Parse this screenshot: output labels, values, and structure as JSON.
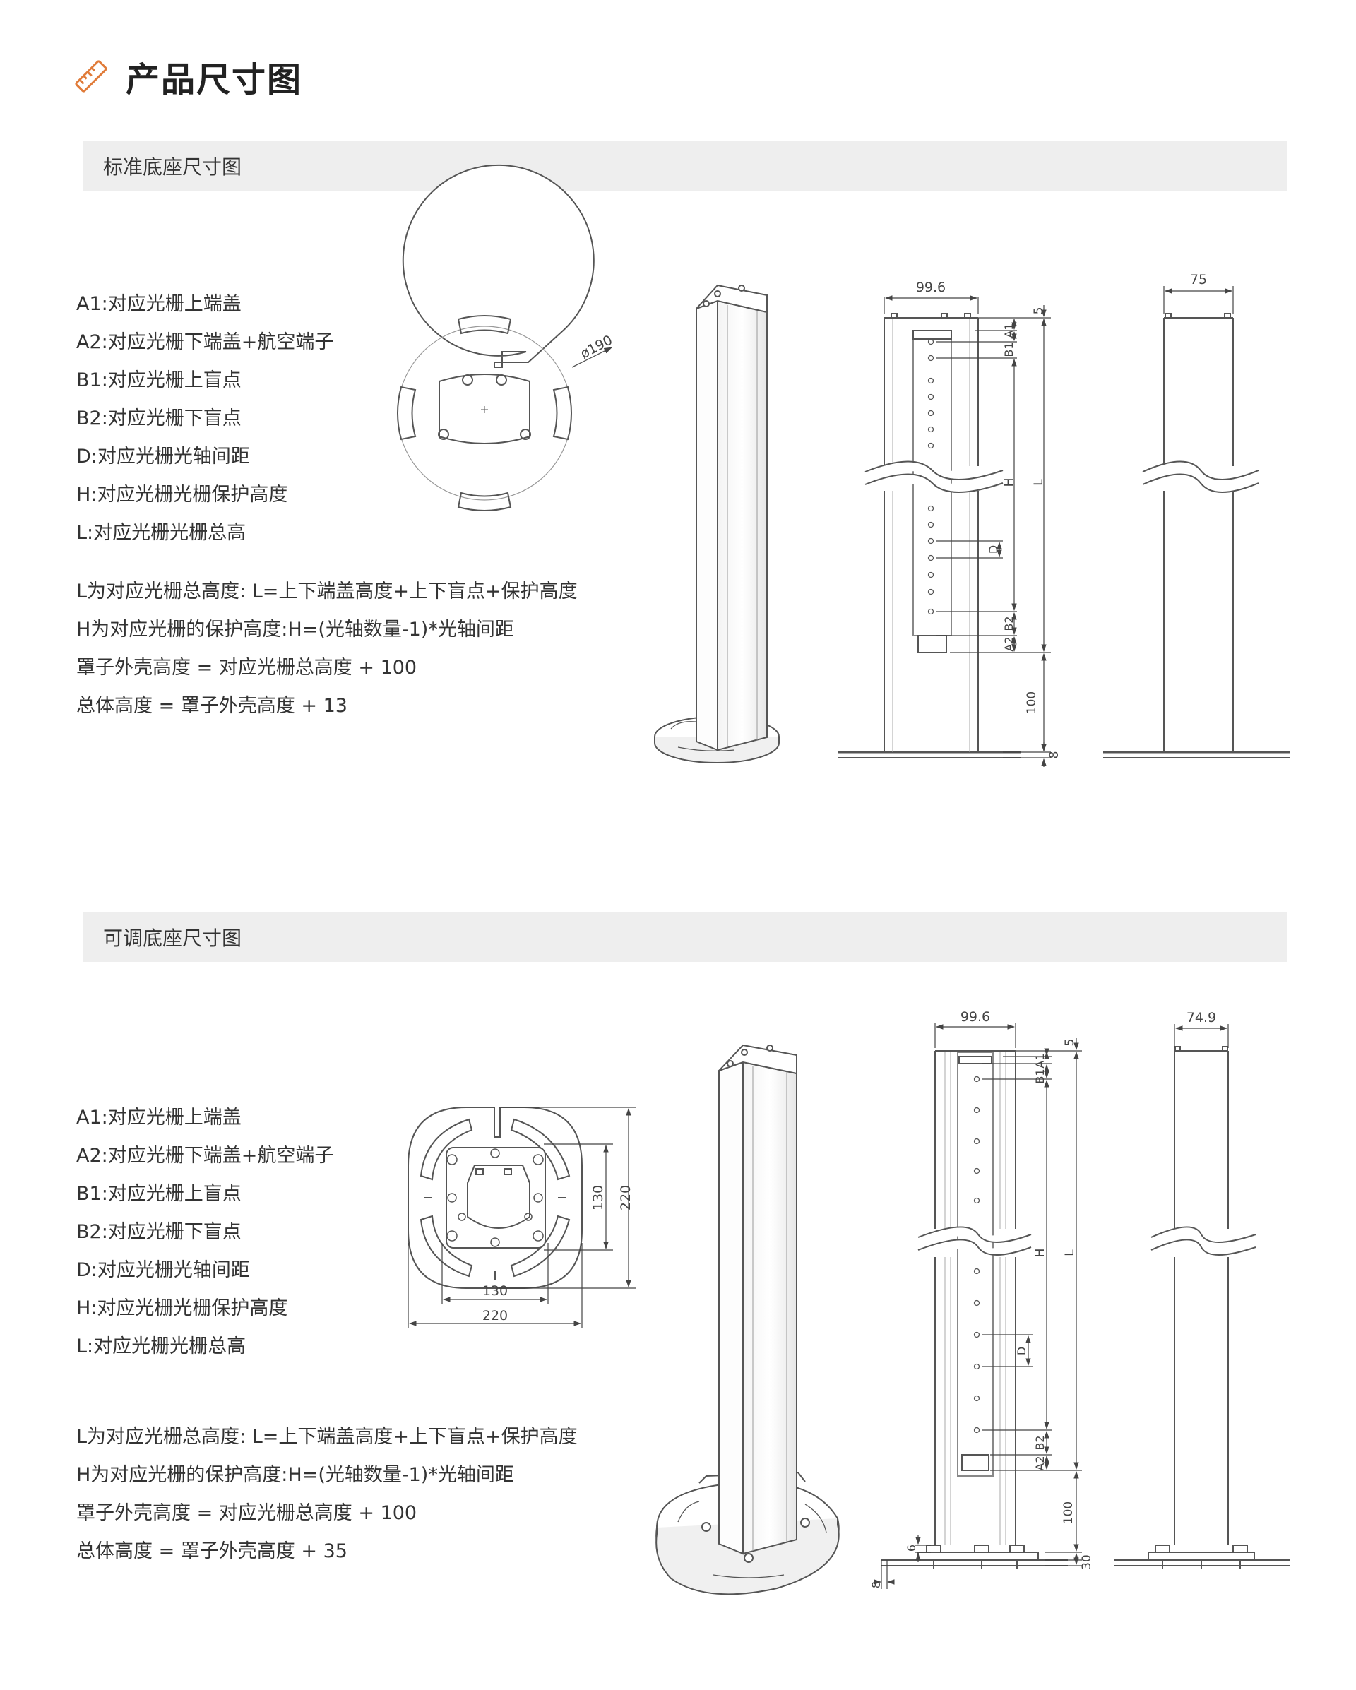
{
  "page": {
    "title": "产品尺寸图",
    "accent_color": "#e07b39"
  },
  "sections": [
    {
      "heading": "标准底座尺寸图",
      "legend": [
        "A1:对应光栅上端盖",
        "A2:对应光栅下端盖+航空端子",
        "B1:对应光栅上盲点",
        "B2:对应光栅下盲点",
        "D:对应光栅光轴间距",
        "H:对应光栅光栅保护高度",
        "L:对应光栅光栅总高"
      ],
      "formulas": [
        "L为对应光栅总高度: L=上下端盖高度+上下盲点+保护高度",
        "H为对应光栅的保护高度:H=(光轴数量-1)*光轴间距",
        "罩子外壳高度 = 对应光栅总高度 + 100",
        "总体高度 = 罩子外壳高度 + 13"
      ],
      "dims": {
        "base_diameter": "ø190",
        "front_width": "99.6",
        "side_width": "75",
        "top_gap": "5",
        "a1": "A1",
        "b1": "B1",
        "h": "H",
        "l": "L",
        "d": "D",
        "b2": "B2",
        "a2": "A2",
        "offset": "100",
        "base_thickness": "8"
      }
    },
    {
      "heading": "可调底座尺寸图",
      "legend": [
        "A1:对应光栅上端盖",
        "A2:对应光栅下端盖+航空端子",
        "B1:对应光栅上盲点",
        "B2:对应光栅下盲点",
        "D:对应光栅光轴间距",
        "H:对应光栅光栅保护高度",
        "L:对应光栅光栅总高"
      ],
      "formulas": [
        "L为对应光栅总高度: L=上下端盖高度+上下盲点+保护高度",
        "H为对应光栅的保护高度:H=(光轴数量-1)*光轴间距",
        "罩子外壳高度 = 对应光栅总高度 + 100",
        "总体高度 = 罩子外壳高度 + 35"
      ],
      "dims": {
        "inner_h": "130",
        "outer_h": "220",
        "inner_w": "130",
        "outer_w": "220",
        "front_width": "99.6",
        "side_width": "74.9",
        "top_gap": "5",
        "a1": "A1",
        "b1": "B1",
        "h": "H",
        "l": "L",
        "d": "D",
        "b2": "B2",
        "a2": "A2",
        "offset": "100",
        "small_gap": "6",
        "base_thickness": "8",
        "base_height": "30"
      }
    }
  ]
}
